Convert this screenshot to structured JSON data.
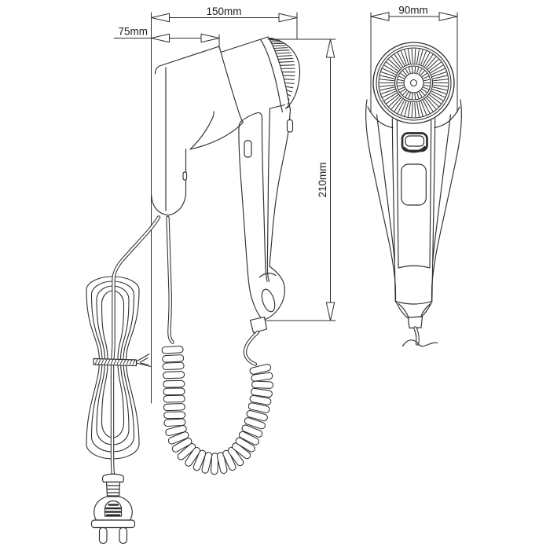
{
  "drawing": {
    "subject": "wall-mounted hotel hair dryer, two-view technical dimension drawing",
    "views": {
      "left": "side view with wall bracket, coiled cord, cable bundle and euro plug",
      "right": "rear view with round intake grille"
    },
    "dimensions": {
      "overall_length": "150mm",
      "mount_offset": "75mm",
      "body_height": "210mm",
      "body_width": "90mm"
    }
  },
  "colors": {
    "line": "#2e2e2e",
    "background": "#ffffff"
  }
}
